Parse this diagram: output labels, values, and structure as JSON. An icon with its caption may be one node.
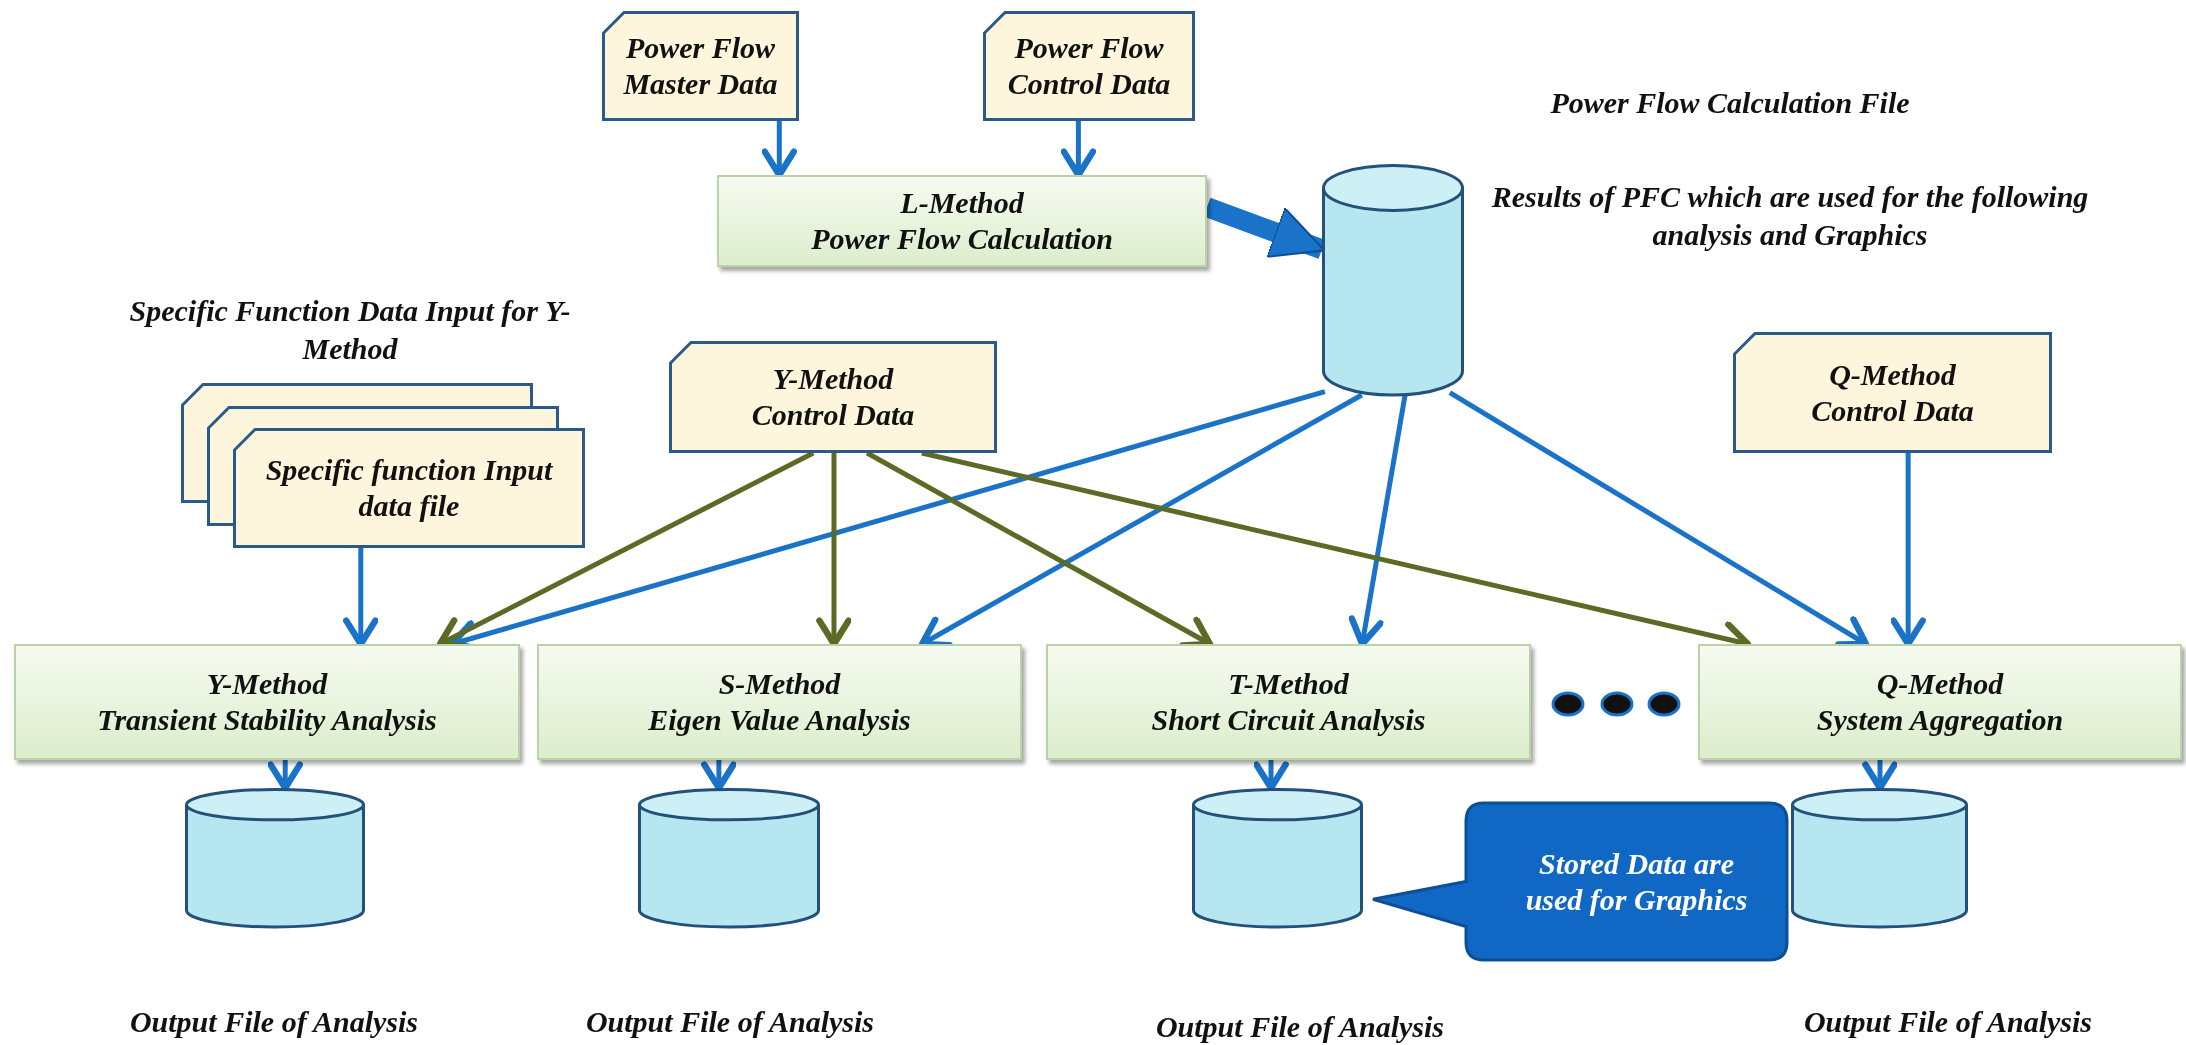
{
  "diagram": {
    "nodes": [
      {
        "text": [
          "Power Flow Master Data"
        ]
      },
      {
        "text": [
          "Power Flow Control Data"
        ]
      },
      {
        "text": [
          "L-Method",
          "Power Flow Calculation"
        ]
      },
      {
        "text": [],
        "shape": "cylinder",
        "beside": [
          "Power Flow Calculation File",
          "Results of PFC which are used for the following analysis and Graphics"
        ]
      },
      {
        "text": [
          "Y-Method Control Data"
        ]
      },
      {
        "text": [
          "Q-Method Control Data"
        ]
      },
      {
        "text": [
          "Specific function Input data file"
        ],
        "beside": [
          "Specific Function Data Input for Y-Method"
        ]
      },
      {
        "text": [
          "Y-Method",
          "Transient Stability Analysis"
        ]
      },
      {
        "text": [
          "S-Method",
          "Eigen Value Analysis"
        ]
      },
      {
        "text": [
          "T-Method",
          "Short Circuit Analysis"
        ]
      },
      {
        "text": [
          "Q-Method",
          "System Aggregation"
        ]
      },
      {
        "text": [],
        "shape": "cylinder",
        "beside": [
          "Output File of Analysis"
        ]
      },
      {
        "text": [],
        "shape": "cylinder",
        "beside": [
          "Output File of Analysis"
        ]
      },
      {
        "text": [],
        "shape": "cylinder",
        "beside": [
          "Output File of Analysis"
        ]
      },
      {
        "text": [],
        "shape": "cylinder",
        "beside": [
          "Output File of Analysis"
        ]
      },
      {
        "text": [
          "Stored Data are used for Graphics"
        ]
      }
    ],
    "edges": [
      {
        "from": 0,
        "to": 2,
        "arrow": "to"
      },
      {
        "from": 1,
        "to": 2,
        "arrow": "to"
      },
      {
        "from": 2,
        "to": 3,
        "arrow": "to",
        "style": "thick"
      },
      {
        "from": 3,
        "to": 7,
        "arrow": "to"
      },
      {
        "from": 3,
        "to": 8,
        "arrow": "to"
      },
      {
        "from": 3,
        "to": 9,
        "arrow": "to"
      },
      {
        "from": 3,
        "to": 10,
        "arrow": "to"
      },
      {
        "from": 4,
        "to": 7,
        "arrow": "to",
        "color": "#5b6b26"
      },
      {
        "from": 4,
        "to": 8,
        "arrow": "to",
        "color": "#5b6b26"
      },
      {
        "from": 4,
        "to": 9,
        "arrow": "to",
        "color": "#5b6b26"
      },
      {
        "from": 4,
        "to": 10,
        "arrow": "to",
        "color": "#5b6b26"
      },
      {
        "from": 5,
        "to": 10,
        "arrow": "to"
      },
      {
        "from": 6,
        "to": 7,
        "arrow": "to"
      },
      {
        "from": 7,
        "to": 11,
        "arrow": "to"
      },
      {
        "from": 8,
        "to": 12,
        "arrow": "to"
      },
      {
        "from": 9,
        "to": 13,
        "arrow": "to"
      },
      {
        "from": 10,
        "to": 14,
        "arrow": "to"
      }
    ]
  }
}
